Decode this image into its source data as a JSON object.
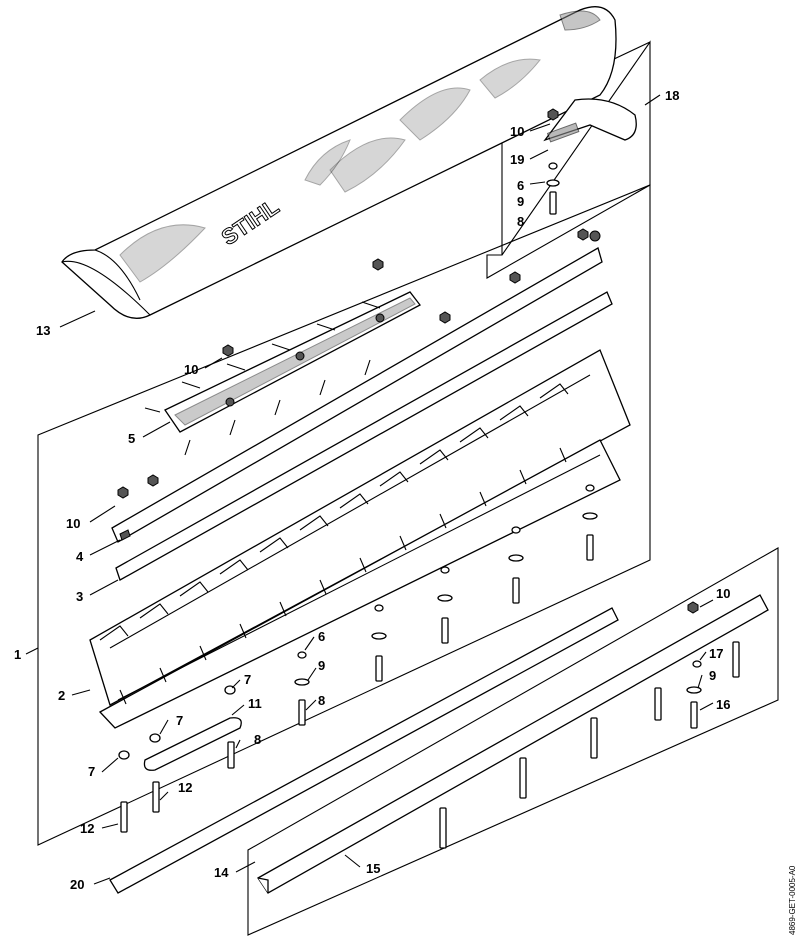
{
  "figure": {
    "brand_logo": "STIHL",
    "doc_number": "4869-GET-0005-A0"
  },
  "callouts": {
    "c1": "1",
    "c2": "2",
    "c3": "3",
    "c4": "4",
    "c5": "5",
    "c6a": "6",
    "c6b": "6",
    "c7a": "7",
    "c7b": "7",
    "c7c": "7",
    "c8a": "8",
    "c8b": "8",
    "c8c": "8",
    "c9a": "9",
    "c9b": "9",
    "c9c": "9",
    "c10a": "10",
    "c10b": "10",
    "c10c": "10",
    "c10d": "10",
    "c11": "11",
    "c12a": "12",
    "c12b": "12",
    "c13": "13",
    "c14": "14",
    "c15": "15",
    "c16": "16",
    "c17": "17",
    "c18": "18",
    "c19": "19",
    "c20": "20"
  }
}
